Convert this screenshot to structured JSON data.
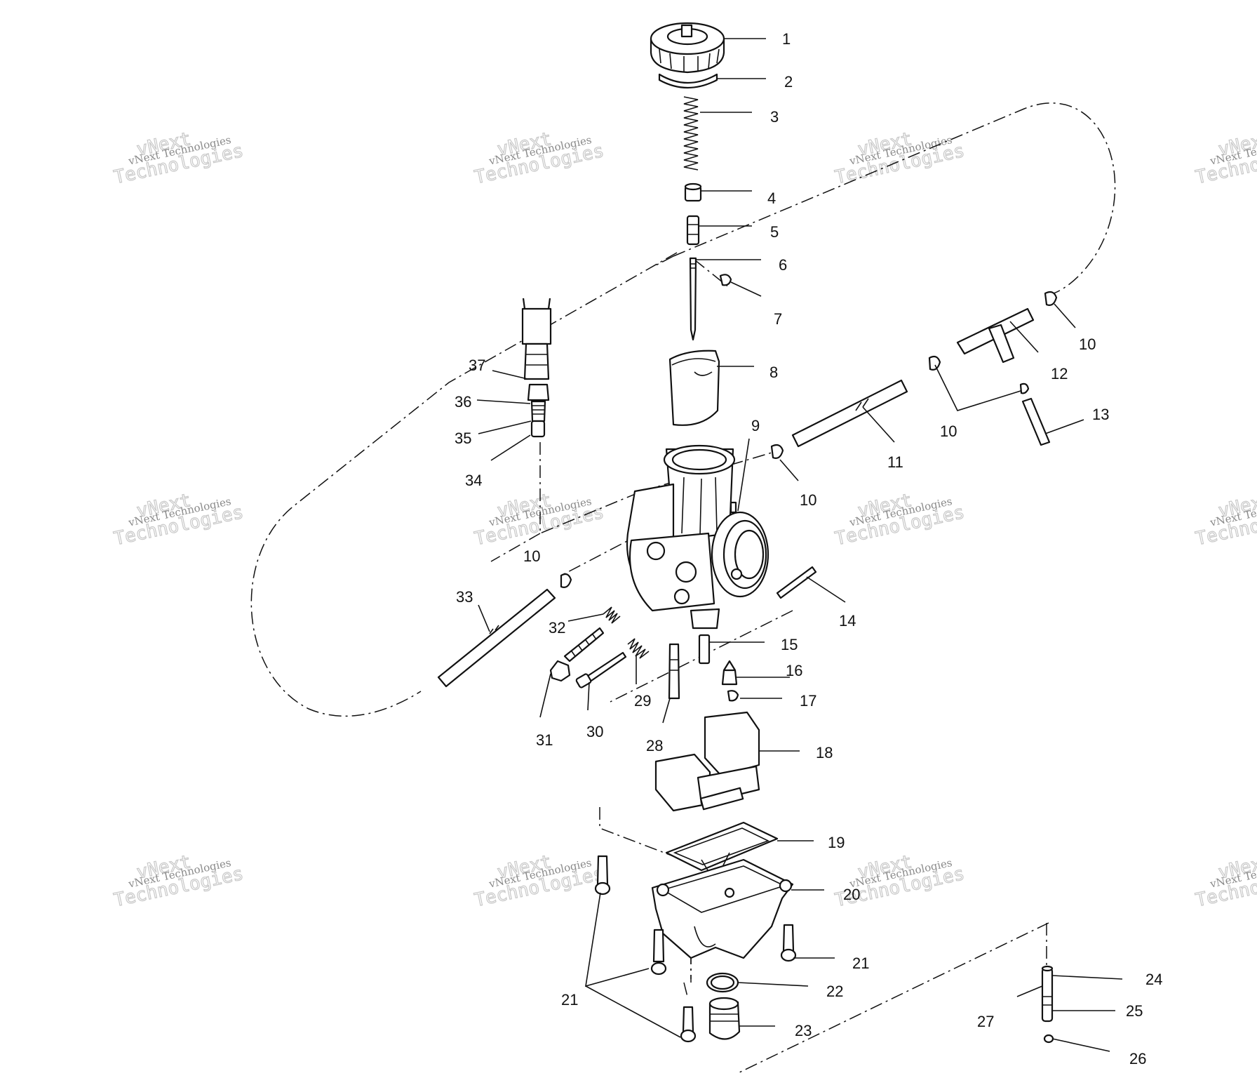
{
  "watermark": {
    "line1": "vNext",
    "line2": "vNext Technologies",
    "line3": "Technologies"
  },
  "callouts": [
    {
      "id": "1",
      "text": "1"
    },
    {
      "id": "2",
      "text": "2"
    },
    {
      "id": "3",
      "text": "3"
    },
    {
      "id": "4",
      "text": "4"
    },
    {
      "id": "5",
      "text": "5"
    },
    {
      "id": "6",
      "text": "6"
    },
    {
      "id": "7",
      "text": "7"
    },
    {
      "id": "8",
      "text": "8"
    },
    {
      "id": "9",
      "text": "9"
    },
    {
      "id": "10a",
      "text": "10"
    },
    {
      "id": "10b",
      "text": "10"
    },
    {
      "id": "10c",
      "text": "10"
    },
    {
      "id": "10d",
      "text": "10"
    },
    {
      "id": "11",
      "text": "11"
    },
    {
      "id": "12",
      "text": "12"
    },
    {
      "id": "13",
      "text": "13"
    },
    {
      "id": "14",
      "text": "14"
    },
    {
      "id": "15",
      "text": "15"
    },
    {
      "id": "16",
      "text": "16"
    },
    {
      "id": "17",
      "text": "17"
    },
    {
      "id": "18",
      "text": "18"
    },
    {
      "id": "19",
      "text": "19"
    },
    {
      "id": "20",
      "text": "20"
    },
    {
      "id": "21a",
      "text": "21"
    },
    {
      "id": "21b",
      "text": "21"
    },
    {
      "id": "22",
      "text": "22"
    },
    {
      "id": "23",
      "text": "23"
    },
    {
      "id": "24",
      "text": "24"
    },
    {
      "id": "25",
      "text": "25"
    },
    {
      "id": "26",
      "text": "26"
    },
    {
      "id": "27",
      "text": "27"
    },
    {
      "id": "28",
      "text": "28"
    },
    {
      "id": "29",
      "text": "29"
    },
    {
      "id": "30",
      "text": "30"
    },
    {
      "id": "31",
      "text": "31"
    },
    {
      "id": "32",
      "text": "32"
    },
    {
      "id": "33",
      "text": "33"
    },
    {
      "id": "34",
      "text": "34"
    },
    {
      "id": "35",
      "text": "35"
    },
    {
      "id": "36",
      "text": "36"
    },
    {
      "id": "37",
      "text": "37"
    }
  ]
}
